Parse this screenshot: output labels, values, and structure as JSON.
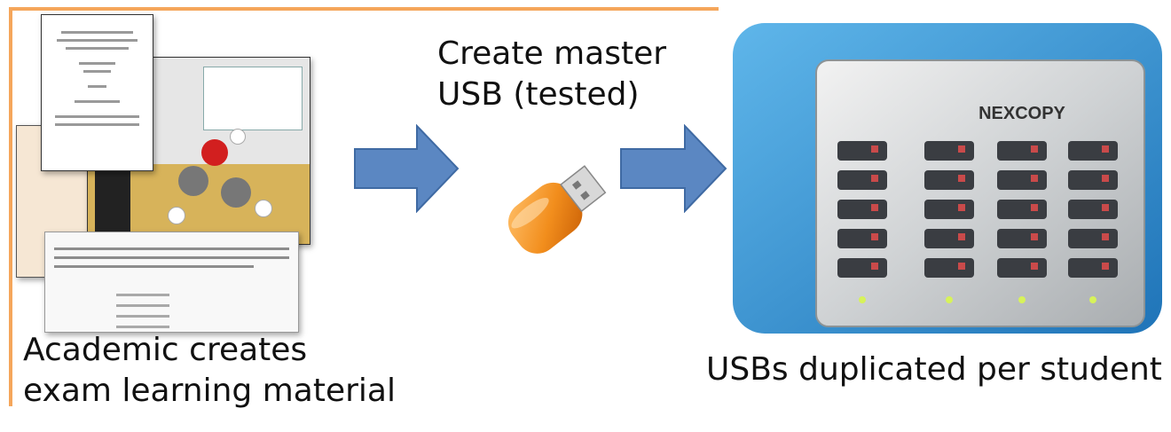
{
  "captions": {
    "step1": [
      "Academic creates",
      "exam learning material"
    ],
    "step2": [
      "Create master",
      "USB (tested)"
    ],
    "step3": "USBs duplicated per student"
  },
  "device": {
    "brand": "NEXCOPY"
  },
  "colors": {
    "frame": "#f5a65b",
    "arrow": "#5b87c2",
    "usb_body": "#f28e1d",
    "device_blue": "#2c8fd1"
  },
  "icons": {
    "documents": "exam-documents-collage",
    "usb": "usb-flash-drive-icon",
    "duplicator": "usb-duplicator-tower"
  }
}
